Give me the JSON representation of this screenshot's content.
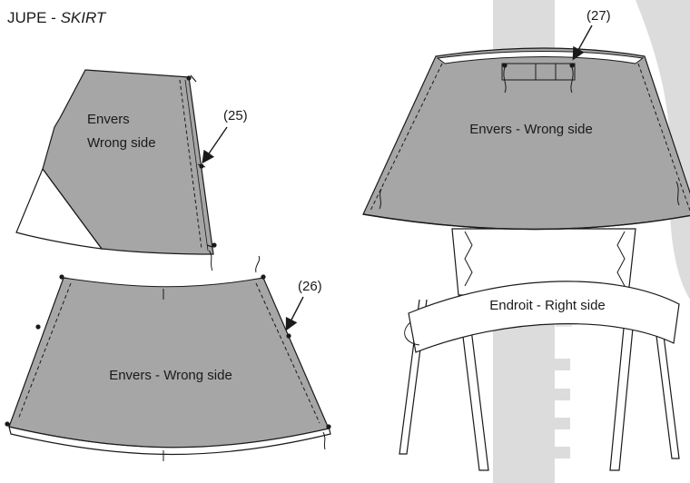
{
  "title": {
    "main": "JUPE - ",
    "italic": "SKIRT"
  },
  "labels": {
    "piece1_line1": "Envers",
    "piece1_line2": "Wrong side",
    "piece2": "Envers - Wrong side",
    "piece3": "Envers - Wrong side",
    "waistband": "Endroit - Right side"
  },
  "callouts": {
    "c25": "(25)",
    "c26": "(26)",
    "c27": "(27)"
  },
  "colors": {
    "fabric_wrong_side": "#a6a6a6",
    "outline": "#1a1a1a",
    "watermark": "#d9d9d9"
  }
}
